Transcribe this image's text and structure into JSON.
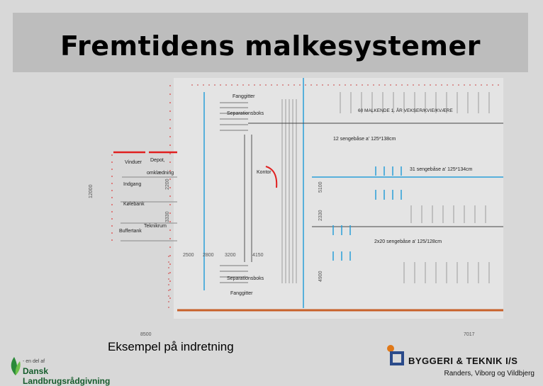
{
  "slide": {
    "title": "Fremtidens malkesystemer",
    "caption": "Eksempel på indretning"
  },
  "plan": {
    "labels": {
      "fanggitter_top": "Fanggitter",
      "separationsboks_top": "Separationsboks",
      "malkende": "60 MALKENDE 1. ÅR VEKSER/KVIE/KVÆRE",
      "sengebaase_12": "12 sengebåse a' 125*138cm",
      "sengebaase_31": "31 sengebåse a' 125*134cm",
      "sengebaase_2x20": "2x20 sengebåse a' 125/128cm",
      "vinduer": "Vinduer",
      "depot": "Depot,",
      "omklaedning": "omklædning",
      "indgang": "Indgang",
      "koelebank": "Kølebank",
      "teknikrum": "Teknikrum",
      "buffertank": "Buffertank",
      "kontor": "Kontor",
      "separationsboks_bottom": "Separationsboks",
      "fanggitter_bottom": "Fanggitter"
    },
    "dims": {
      "d12000": "12000",
      "d2500": "2500",
      "d2800": "2800",
      "d3200": "3200",
      "d4150": "4150",
      "d8500": "8500",
      "d5100": "5100",
      "d2330": "2330",
      "d4900": "4900",
      "d2200": "2200",
      "d3330": "3330",
      "d7017": "7017"
    }
  },
  "footer": {
    "left_small": "- en del af",
    "left_name": "Dansk Landbrugsrådgivning",
    "brand": "BYGGERI & TEKNIK I/S",
    "location": "Randers, Viborg og Vildbjerg"
  },
  "colors": {
    "background": "#d8d8d8",
    "title_band": "#bdbdbd",
    "wall_red": "#e02020",
    "beam_orange": "#c8602a",
    "water_blue": "#2a9fd8",
    "logo_green": "#155c2c",
    "logo_orange": "#e07818"
  }
}
